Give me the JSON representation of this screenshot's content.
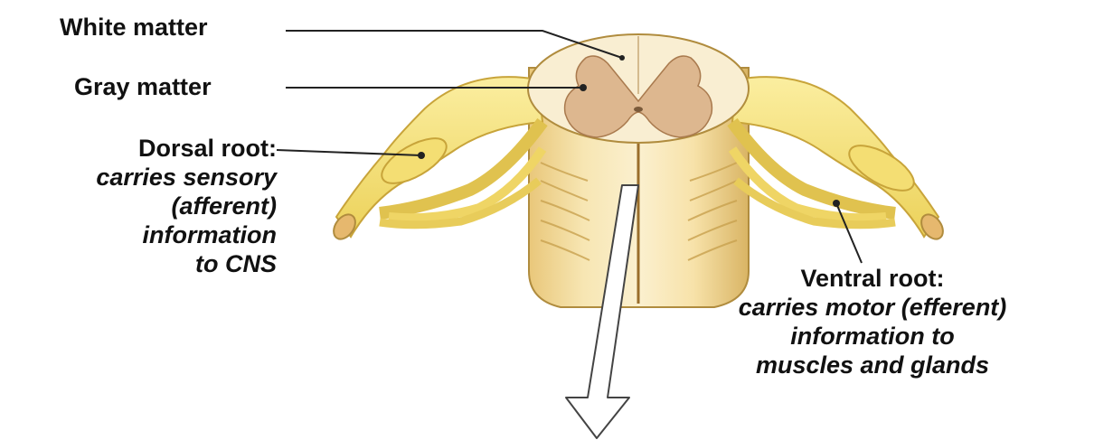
{
  "labels": {
    "white_matter": "White matter",
    "gray_matter": "Gray matter",
    "dorsal_root": {
      "title": "Dorsal root:",
      "desc_line1": "carries sensory",
      "desc_line2": "(afferent)",
      "desc_line3": "information",
      "desc_line4": "to CNS"
    },
    "ventral_root": {
      "title": "Ventral root:",
      "desc_line1": "carries motor (efferent)",
      "desc_line2": "information to",
      "desc_line3": "muscles and glands"
    }
  },
  "colors": {
    "nerve": "#f6e27a",
    "nerve_outline": "#c8a43a",
    "white_matter": "#f7ebc9",
    "gray_matter": "#dcb58f",
    "cord_body": "#f3d99c",
    "leader_line": "#222222"
  }
}
